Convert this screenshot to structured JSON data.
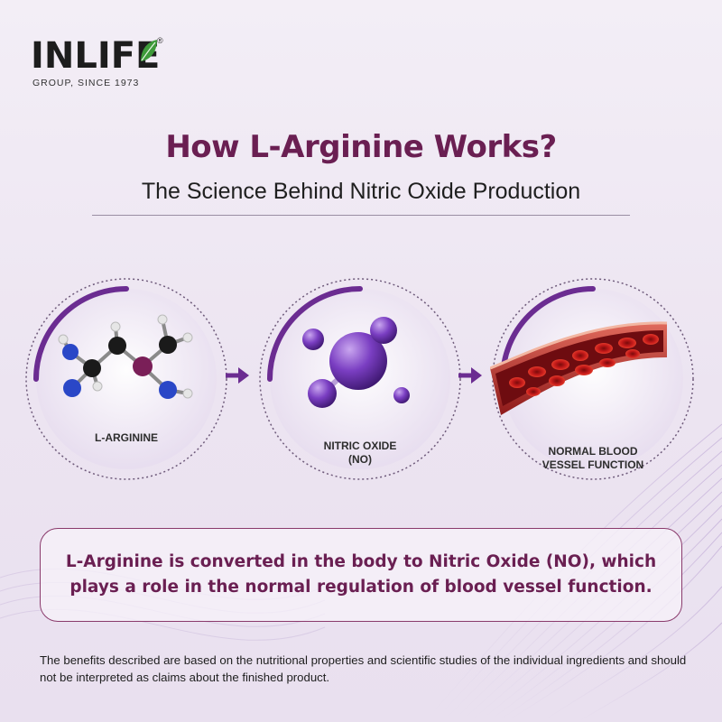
{
  "brand": {
    "name": "INLIFE",
    "registered_mark": "®",
    "tagline": "GROUP, SINCE 1973",
    "colors": {
      "text": "#1d1d1d",
      "leaf": "#3e9b3a"
    }
  },
  "heading": {
    "title": "How L-Arginine Works?",
    "subtitle": "The Science Behind Nitric Oxide Production",
    "title_color": "#6a1f52"
  },
  "steps": [
    {
      "label": "L-ARGININE",
      "icon": "molecule-icon"
    },
    {
      "label": "NITRIC OXIDE\n(NO)",
      "icon": "nitric-oxide-icon"
    },
    {
      "label": "NORMAL BLOOD\nVESSEL FUNCTION",
      "icon": "blood-vessel-icon"
    }
  ],
  "info": {
    "text": "L-Arginine is converted in the body to Nitric Oxide (NO), which plays a role in the normal regulation of blood vessel function."
  },
  "disclaimer": {
    "text": "The benefits described are based on the nutritional properties and scientific studies of the individual ingredients and should not be interpreted as claims about the finished product."
  },
  "colors": {
    "accent": "#6a1f52",
    "purple": "#6b2c91",
    "background": "#efe8f3"
  }
}
